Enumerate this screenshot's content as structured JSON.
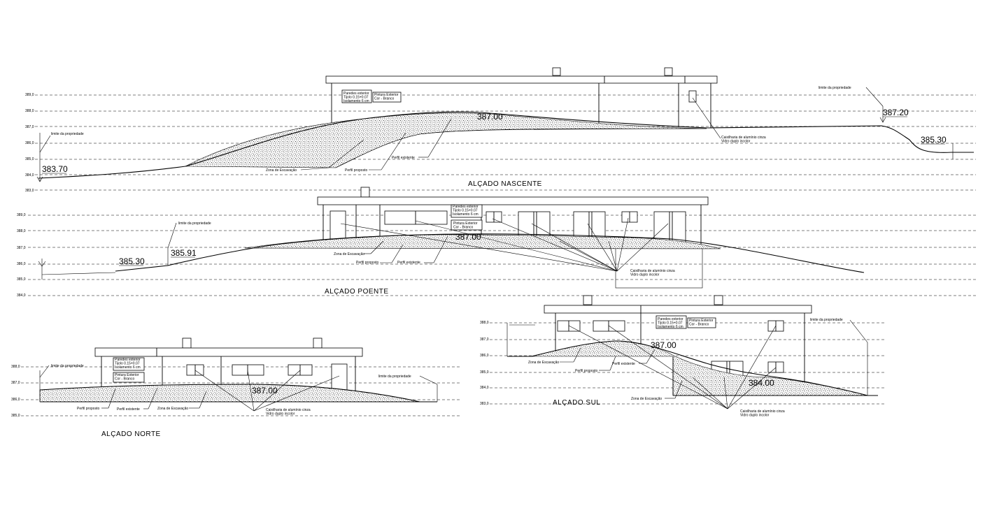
{
  "elevations": {
    "nascente": {
      "title": "ALÇADO NASCENTE",
      "levels": [
        "389,0",
        "388,0",
        "387,0",
        "386,0",
        "385,0",
        "384,0",
        "383,0"
      ],
      "marks": [
        "383.70",
        "387.00",
        "387.20",
        "385.30"
      ],
      "notes": {
        "limite_left": "limite da propriedade",
        "limite_right": "limite da propriedade",
        "zona": "Zona de Escavação",
        "perfil_proposto": "Perfil proposto",
        "perfil_existente": "Perfil existente",
        "caixilharia": "Caixilharia de alumínio cinza\nVidro duplo incolor",
        "parede": "Paredes exterior\nTijolo 0.15+0.07\nIsolamento 6 cm",
        "pintura": "Pintura Exterior\nCor - Branco"
      }
    },
    "poente": {
      "title": "ALÇADO POENTE",
      "levels": [
        "389,0",
        "388,0",
        "387,0",
        "386,0",
        "385,0",
        "384,0"
      ],
      "marks": [
        "385.30",
        "385.91",
        "387.00"
      ],
      "notes": {
        "limite": "limite da propriedade",
        "zona": "Zona de Escavação",
        "perfil_proposto": "Perfil proposto",
        "perfil_existente": "Perfil existente",
        "caixilharia": "Caixilharia de alumínio cinza\nVidro duplo incolor",
        "parede": "Paredes exterior\nTijolo 0.15+0.07\nIsolamento 6 cm",
        "pintura": "Pintura Exterior\nCor - Branco"
      }
    },
    "norte": {
      "title": "ALÇADO NORTE",
      "levels": [
        "388,0",
        "387,0",
        "386,0",
        "385,0"
      ],
      "marks": [
        "387.00"
      ],
      "notes": {
        "limite_left": "limite da propriedade",
        "limite_right": "limite da propriedade",
        "perfil_proposto": "Perfil proposto",
        "perfil_existente": "Perfil existente",
        "zona": "Zona de Escavação",
        "caixilharia": "Caixilharia de alumínio cinza\nVidro duplo incolor",
        "parede": "Paredes exterior\nTijolo 0.15+0.07\nIsolamento 6 cm",
        "pintura": "Pintura Exterior\nCor - Branco"
      }
    },
    "sul": {
      "title": "ALÇADO SUL",
      "levels": [
        "388,0",
        "387,0",
        "386,0",
        "385,0",
        "384,0",
        "383,0"
      ],
      "marks": [
        "387.00",
        "384.00"
      ],
      "notes": {
        "limite": "limite da propriedade",
        "zona_top": "Zona de Escavação",
        "perfil_proposto": "Perfil proposto",
        "perfil_existente": "Perfil existente",
        "zona_bottom": "Zona de Escavação",
        "caixilharia": "Caixilharia de alumínio cinza\nVidro duplo incolor",
        "parede": "Paredes exterior\nTijolo 0.15+0.07\nIsolamento 6 cm",
        "pintura": "Pintura Exterior\nCor - Branco"
      }
    }
  }
}
